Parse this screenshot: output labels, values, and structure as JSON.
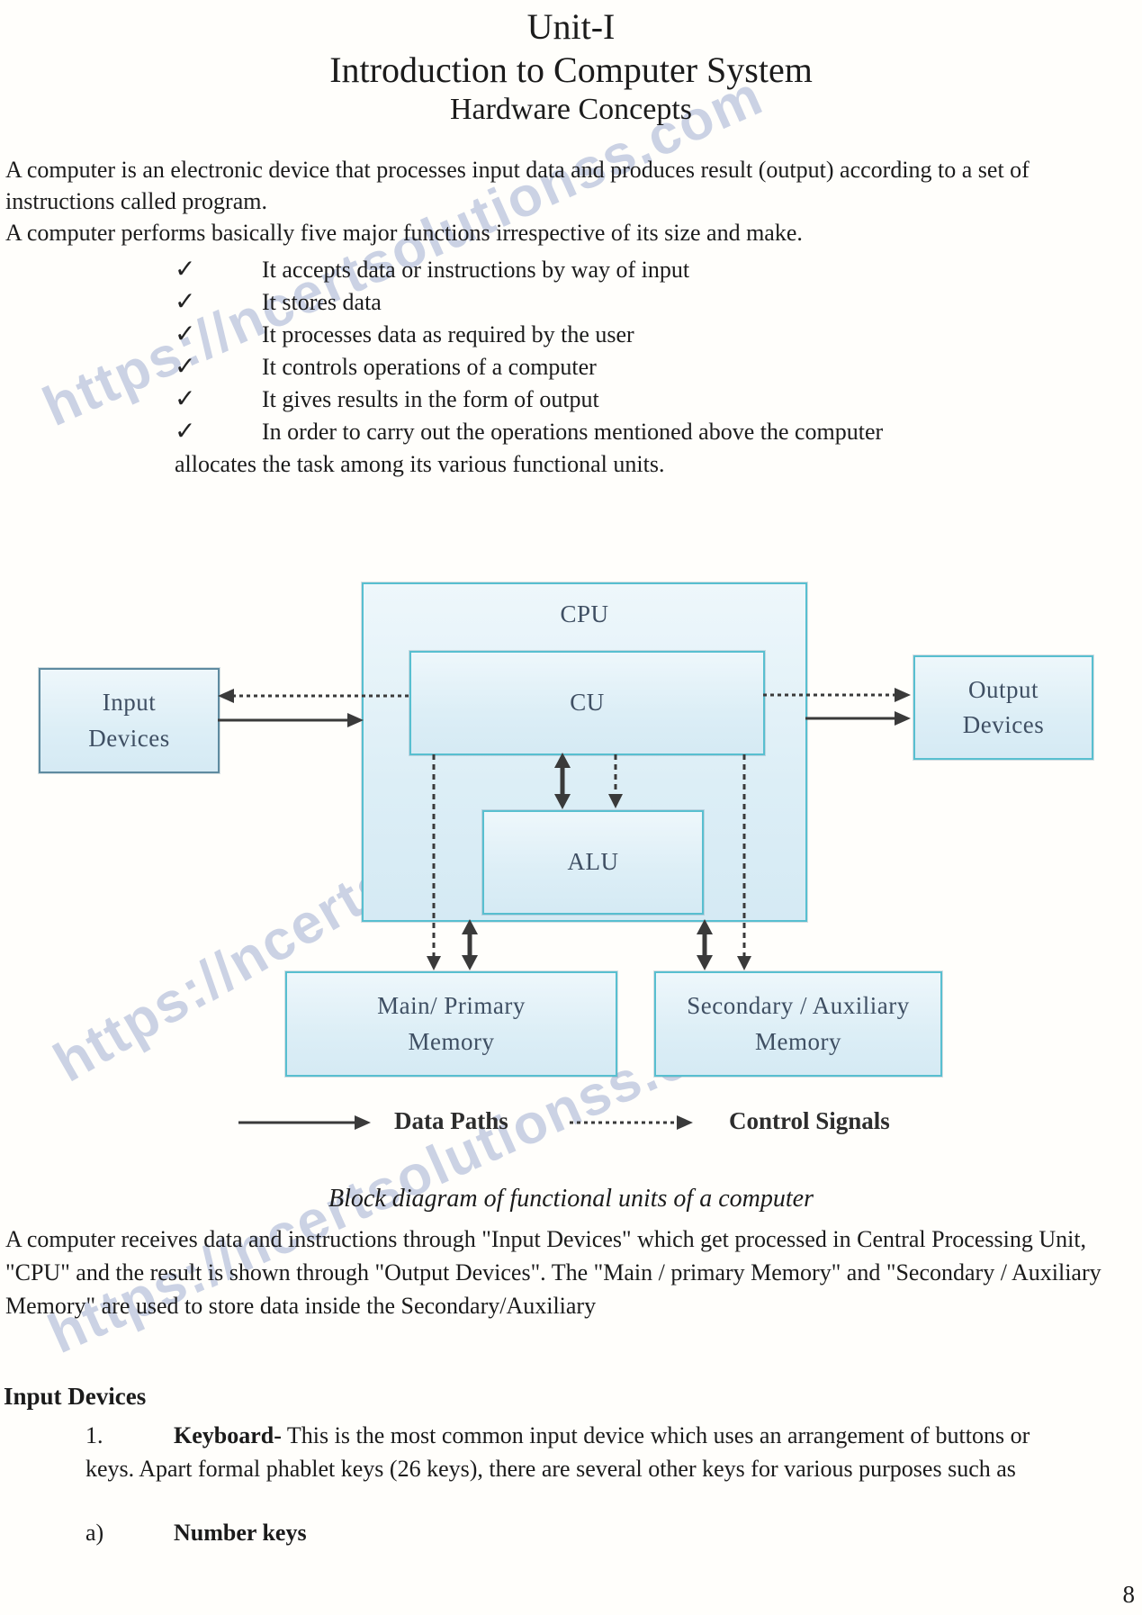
{
  "watermark": {
    "text": "https://ncertsolutionss.com"
  },
  "header": {
    "line1": "Unit-I",
    "line2": "Introduction to Computer System",
    "line3": "Hardware Concepts"
  },
  "content": {
    "intro_para": "A computer is an electronic device that processes input data and produces result (output) according to a set of instructions called program.",
    "functions_line": "A computer performs basically five major functions irrespective of its size and make.",
    "check_glyph": "✓",
    "checklist": [
      "It accepts data or instructions by way of input",
      "It stores data",
      "It processes data as required by the user",
      "It controls operations of a computer",
      "It gives results in the form of output",
      "In order to carry out the operations mentioned above the computer"
    ],
    "checklist_continuation": "allocates the task among its various functional units."
  },
  "diagram": {
    "boxes": {
      "cpu": "CPU",
      "cu": "CU",
      "alu": "ALU",
      "input": {
        "line1": "Input",
        "line2": "Devices"
      },
      "output": {
        "line1": "Output",
        "line2": "Devices"
      },
      "main_memory": {
        "line1": "Main/ Primary",
        "line2": "Memory"
      },
      "secondary_memory": {
        "line1": "Secondary / Auxiliary",
        "line2": "Memory"
      }
    },
    "legend": {
      "data_paths": "Data Paths",
      "control_signals": "Control Signals"
    },
    "caption": "Block diagram of functional units of a computer"
  },
  "lower": {
    "description": " A computer receives data and instructions through \"Input Devices\" which get processed in Central Processing Unit, \"CPU\" and the result is shown through \"Output Devices\". The \"Main / primary Memory\" and \"Secondary / Auxiliary Memory\" are used to store data inside the Secondary/Auxiliary",
    "section_heading": "Input Devices",
    "keyboard_item": {
      "number": "1.",
      "label": "Keyboard-",
      "text": "This is the most common input device which uses an arrangement of buttons or keys.  Apart formal phablet keys (26 keys), there are several other keys for various purposes such as"
    },
    "sub_item": {
      "letter": "a)",
      "label": "Number keys"
    }
  },
  "footer": {
    "page_number": "8"
  },
  "colors": {
    "box_border": "#58bfd0",
    "box_fill": "#ddeef6",
    "box_label": "#3f4f63",
    "watermark": "#768bc0",
    "arrow": "#3a3a3a"
  }
}
